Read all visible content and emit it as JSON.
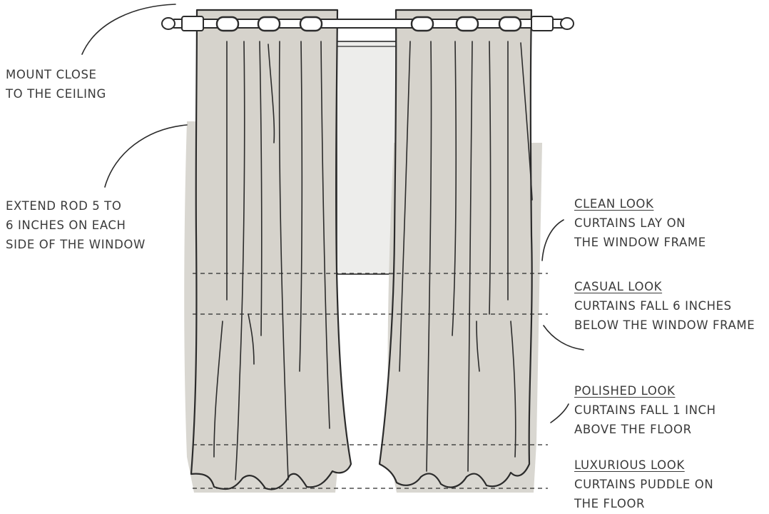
{
  "labels": {
    "mount": {
      "line1": "MOUNT CLOSE",
      "line2": "TO THE CEILING"
    },
    "extend": {
      "line1": "EXTEND ROD 5 TO",
      "line2": "6 INCHES ON EACH",
      "line3": "SIDE OF THE WINDOW"
    },
    "clean": {
      "title": "CLEAN LOOK",
      "line1": "CURTAINS LAY ON",
      "line2": "THE WINDOW FRAME"
    },
    "casual": {
      "title": "CASUAL LOOK",
      "line1": "CURTAINS FALL 6 INCHES",
      "line2": "BELOW THE WINDOW FRAME"
    },
    "polished": {
      "title": "POLISHED LOOK",
      "line1": "CURTAINS FALL 1 INCH",
      "line2": "ABOVE THE FLOOR"
    },
    "luxurious": {
      "title": "LUXURIOUS LOOK",
      "line1": "CURTAINS PUDDLE ON",
      "line2": "THE FLOOR"
    }
  },
  "colors": {
    "ink": "#2b2b2b",
    "fabric": "#d6d3cc",
    "fabric_shadow": "#c9c6bf",
    "window": "#ededeb",
    "text": "#3a3a3a"
  },
  "icons": {
    "rod": "curtain-rod-icon",
    "grommet": "grommet-ring-icon",
    "finial": "rod-finial-icon"
  }
}
